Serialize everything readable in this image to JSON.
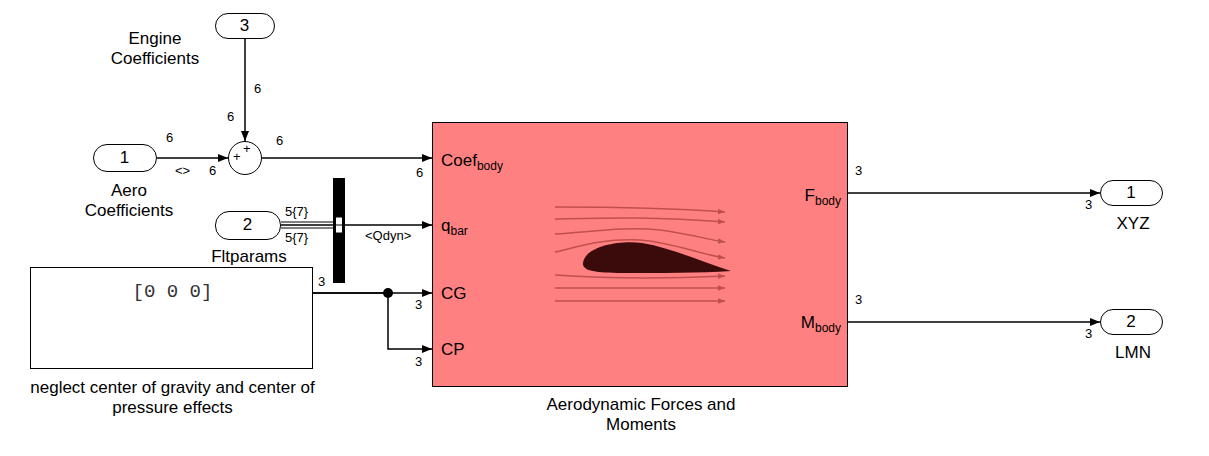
{
  "diagram": {
    "nodes": [
      {
        "text": [
          "3",
          "Engine Coefficients"
        ]
      },
      {
        "text": [
          "1",
          "Aero Coefficients"
        ]
      },
      {
        "text": [
          "+",
          "+"
        ]
      },
      {
        "text": [
          "2",
          "Fltparams"
        ]
      },
      {
        "text": [
          "[0 0 0]",
          "neglect center of gravity and center of pressure effects"
        ]
      },
      {
        "text": [
          "Coef",
          "body",
          "q",
          "bar",
          "CG",
          "CP",
          "F",
          "body",
          "M",
          "body",
          "Aerodynamic Forces and Moments"
        ]
      },
      {
        "text": [
          "1",
          "XYZ"
        ]
      },
      {
        "text": [
          "2",
          "LMN"
        ]
      }
    ],
    "edges": [
      {
        "from": 0,
        "to": 2,
        "arrow": "to"
      },
      {
        "from": 1,
        "to": 2,
        "arrow": "to",
        "label": "<>"
      },
      {
        "from": 2,
        "to": 5,
        "arrow": "to"
      },
      {
        "from": 3,
        "to": 5,
        "arrow": "to",
        "label": "<Qdyn>"
      },
      {
        "from": 4,
        "to": 5,
        "arrow": "to"
      },
      {
        "from": 4,
        "to": 5,
        "arrow": "to"
      },
      {
        "from": 5,
        "to": 6,
        "arrow": "to"
      },
      {
        "from": 5,
        "to": 7,
        "arrow": "to"
      }
    ],
    "labels": [
      "6",
      "6",
      "6",
      "6",
      "6",
      "6",
      "5{7}",
      "5{7}",
      "3",
      "3",
      "3",
      "3",
      "3",
      "3",
      "3"
    ]
  }
}
